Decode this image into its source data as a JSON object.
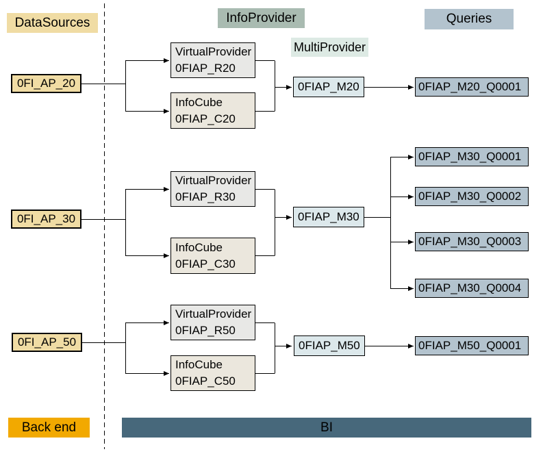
{
  "headers": {
    "datasources": "DataSources",
    "infoprovider": "InfoProvider",
    "multiprovider": "MultiProvider",
    "queries": "Queries"
  },
  "footer": {
    "backend": "Back end",
    "bi": "BI"
  },
  "colors": {
    "datasource_fill": "#F0DCA4",
    "infoprovider_header_fill": "#A9BBB1",
    "multiprovider_label_fill": "#DDEAE4",
    "virtual_provider_fill": "#E8E8E6",
    "infocube_fill": "#EBE7DD",
    "multiprovider_box_fill": "#DCE8EB",
    "query_fill": "#B3C3CE",
    "backend_fill": "#F2A900",
    "bi_bar_fill": "#47687B",
    "connector_line": "#000000"
  },
  "groups": [
    {
      "datasource": "0FI_AP_20",
      "virtual_provider": {
        "type": "VirtualProvider",
        "name": "0FIAP_R20"
      },
      "infocube": {
        "type": "InfoCube",
        "name": "0FIAP_C20"
      },
      "multiprovider": "0FIAP_M20",
      "queries": [
        "0FIAP_M20_Q0001"
      ]
    },
    {
      "datasource": "0FI_AP_30",
      "virtual_provider": {
        "type": "VirtualProvider",
        "name": "0FIAP_R30"
      },
      "infocube": {
        "type": "InfoCube",
        "name": "0FIAP_C30"
      },
      "multiprovider": "0FIAP_M30",
      "queries": [
        "0FIAP_M30_Q0001",
        "0FIAP_M30_Q0002",
        "0FIAP_M30_Q0003",
        "0FIAP_M30_Q0004"
      ]
    },
    {
      "datasource": "0FI_AP_50",
      "virtual_provider": {
        "type": "VirtualProvider",
        "name": "0FIAP_R50"
      },
      "infocube": {
        "type": "InfoCube",
        "name": "0FIAP_C50"
      },
      "multiprovider": "0FIAP_M50",
      "queries": [
        "0FIAP_M50_Q0001"
      ]
    }
  ]
}
